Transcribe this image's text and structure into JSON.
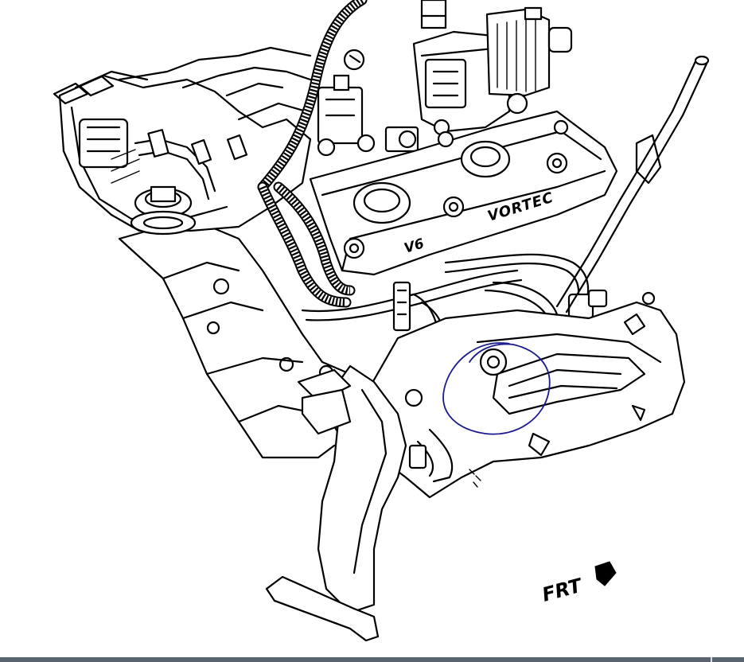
{
  "diagram": {
    "engine_badge": "V6",
    "engine_name": "VORTEC",
    "direction_label": "FRT",
    "annotation_color": "#1a1a8c",
    "line_color": "#000000",
    "background_color": "#ffffff"
  }
}
